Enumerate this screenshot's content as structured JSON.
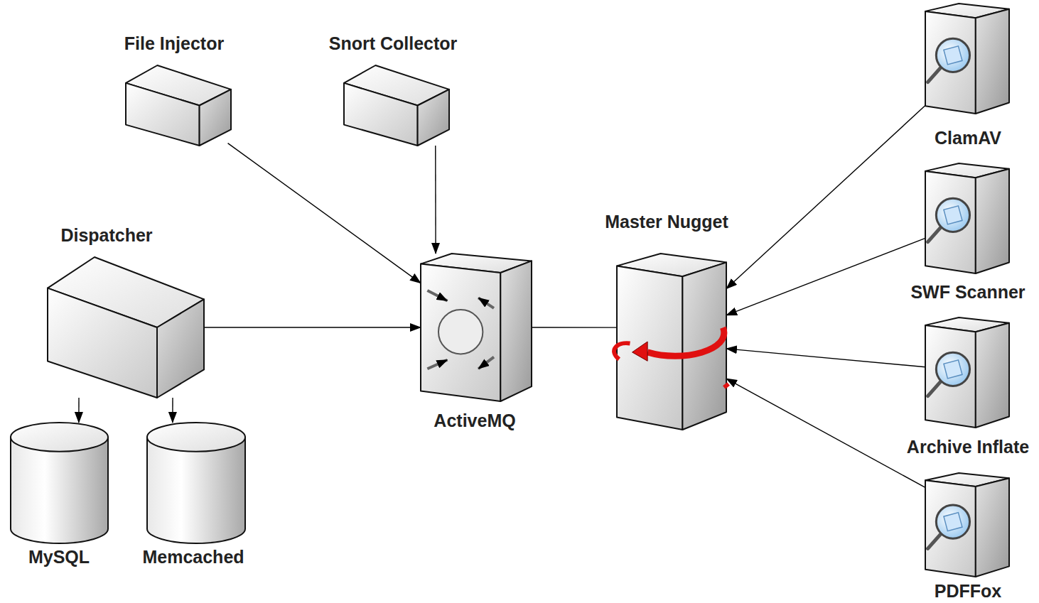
{
  "diagram": {
    "nodes": [
      {
        "text": [
          "File Injector"
        ]
      },
      {
        "text": [
          "Snort Collector"
        ]
      },
      {
        "text": [
          "Dispatcher"
        ]
      },
      {
        "text": [
          "ActiveMQ"
        ]
      },
      {
        "text": [
          "Master Nugget"
        ]
      },
      {
        "text": [
          "ClamAV"
        ]
      },
      {
        "text": [
          "SWF Scanner"
        ]
      },
      {
        "text": [
          "Archive Inflate"
        ]
      },
      {
        "text": [
          "PDFFox"
        ]
      },
      {
        "text": [
          "MySQL"
        ]
      },
      {
        "text": [
          "Memcached"
        ]
      }
    ],
    "edges": [
      {
        "from": 0,
        "to": 3,
        "arrow": "to"
      },
      {
        "from": 1,
        "to": 3,
        "arrow": "to"
      },
      {
        "from": 2,
        "to": 3,
        "arrow": "to"
      },
      {
        "from": 3,
        "to": 4,
        "arrow": "none"
      },
      {
        "from": 5,
        "to": 4,
        "arrow": "to"
      },
      {
        "from": 6,
        "to": 4,
        "arrow": "to"
      },
      {
        "from": 7,
        "to": 4,
        "arrow": "to"
      },
      {
        "from": 8,
        "to": 4,
        "arrow": "to"
      },
      {
        "from": 2,
        "to": 9,
        "arrow": "to"
      },
      {
        "from": 2,
        "to": 10,
        "arrow": "to"
      }
    ]
  }
}
